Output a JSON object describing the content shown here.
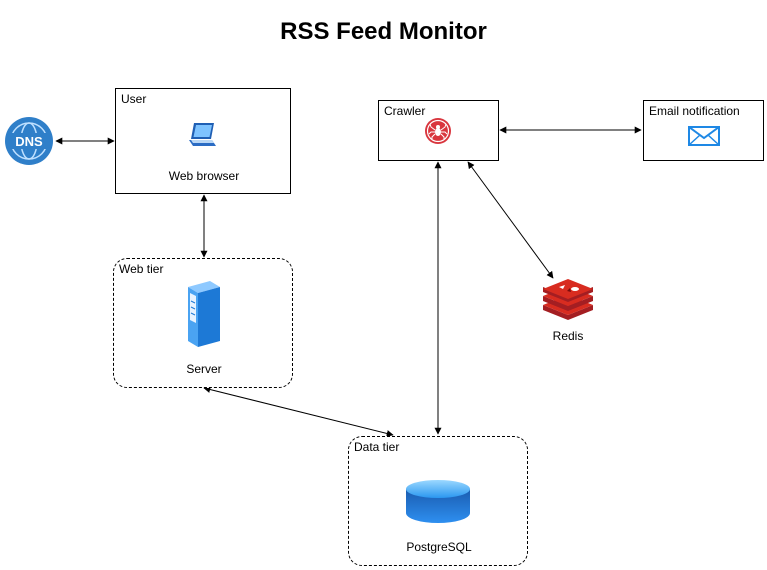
{
  "title": "RSS Feed Monitor",
  "nodes": {
    "dns": {
      "label": "DNS",
      "icon": "dns-globe-icon"
    },
    "user": {
      "group_label": "User",
      "caption": "Web browser",
      "icon": "laptop-icon"
    },
    "web_tier": {
      "group_label": "Web tier",
      "caption": "Server",
      "icon": "server-icon"
    },
    "crawler": {
      "group_label": "Crawler",
      "icon": "spider-icon"
    },
    "email": {
      "group_label": "Email notification",
      "icon": "envelope-icon"
    },
    "redis": {
      "caption": "Redis",
      "icon": "redis-icon"
    },
    "data_tier": {
      "group_label": "Data tier",
      "caption": "PostgreSQL",
      "icon": "database-icon"
    }
  },
  "colors": {
    "dns": "#2f7fc9",
    "laptop": "#1f5fb4",
    "server": "#1d79d6",
    "crawler": "#d9363e",
    "email": "#1e88e5",
    "redis": "#c62828",
    "database": "#1e73d2"
  },
  "connections": [
    {
      "from": "dns",
      "to": "user",
      "direction": "bidirectional"
    },
    {
      "from": "user",
      "to": "web_tier",
      "direction": "bidirectional"
    },
    {
      "from": "web_tier",
      "to": "data_tier",
      "direction": "bidirectional"
    },
    {
      "from": "crawler",
      "to": "email",
      "direction": "bidirectional"
    },
    {
      "from": "crawler",
      "to": "redis",
      "direction": "bidirectional"
    },
    {
      "from": "crawler",
      "to": "data_tier",
      "direction": "bidirectional"
    }
  ]
}
